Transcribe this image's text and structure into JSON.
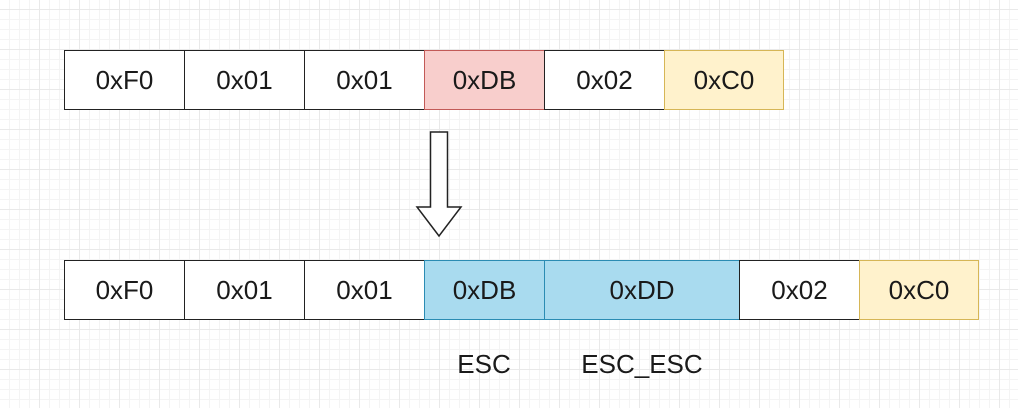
{
  "original_frame": {
    "cells": [
      {
        "value": "0xF0",
        "highlight": "none"
      },
      {
        "value": "0x01",
        "highlight": "none"
      },
      {
        "value": "0x01",
        "highlight": "none"
      },
      {
        "value": "0xDB",
        "highlight": "red"
      },
      {
        "value": "0x02",
        "highlight": "none"
      },
      {
        "value": "0xC0",
        "highlight": "yellow"
      }
    ]
  },
  "escaped_frame": {
    "cells": [
      {
        "value": "0xF0",
        "highlight": "none"
      },
      {
        "value": "0x01",
        "highlight": "none"
      },
      {
        "value": "0x01",
        "highlight": "none"
      },
      {
        "value": "0xDB",
        "highlight": "blue"
      },
      {
        "value": "0xDD",
        "highlight": "blue"
      },
      {
        "value": "0x02",
        "highlight": "none"
      },
      {
        "value": "0xC0",
        "highlight": "yellow"
      }
    ]
  },
  "annotations": {
    "esc_label": "ESC",
    "esc_esc_label": "ESC_ESC"
  },
  "colors": {
    "red_fill": "#f8cecc",
    "yellow_fill": "#fff2cc",
    "blue_fill": "#a9dbef"
  }
}
